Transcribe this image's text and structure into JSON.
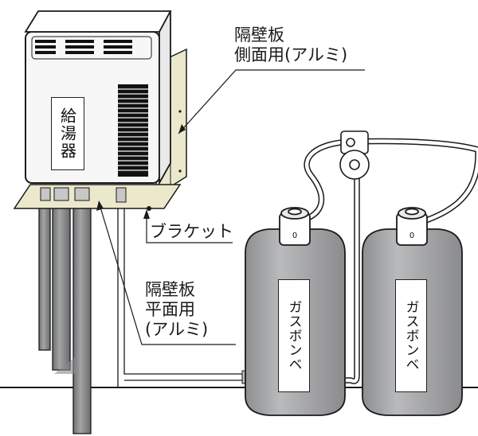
{
  "water_heater_label": "給湯器",
  "callouts": {
    "side_panel": {
      "line1": "隔壁板",
      "line2": "側面用(アルミ)"
    },
    "bracket": "ブラケット",
    "flat_panel": {
      "line1": "隔壁板",
      "line2": "平面用",
      "line3": "(アルミ)"
    }
  },
  "cylinders": [
    {
      "label": "ガスボンベ",
      "valve_mark": "0"
    },
    {
      "label": "ガスボンベ",
      "valve_mark": "0"
    }
  ],
  "colors": {
    "outline": "#1a1a1a",
    "cylinder_fill": "#a9aaac",
    "panel_fill": "#ece8cc",
    "pipe_fill": "#8f9092",
    "heater_fill": "#f7f7f7"
  }
}
